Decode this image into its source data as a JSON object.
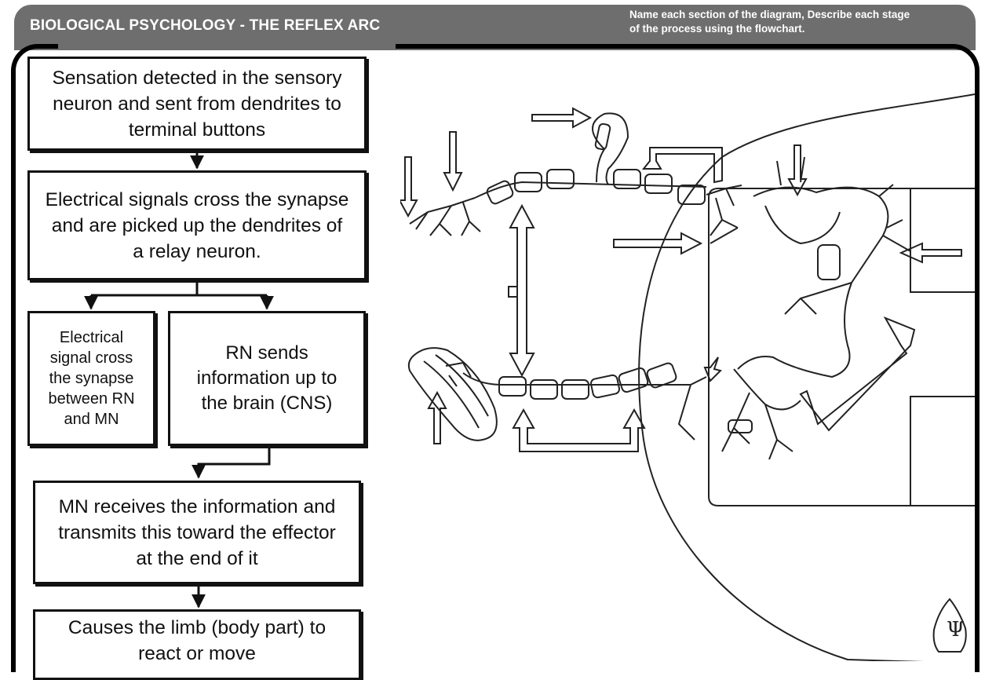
{
  "header": {
    "title": "BIOLOGICAL PSYCHOLOGY - THE REFLEX ARC",
    "instructions_line1": "Name each section of the diagram, Describe each stage",
    "instructions_line2": "of the process using the flowchart."
  },
  "flowchart": {
    "step1_lines": [
      "Sensation detected in the sensory",
      "neuron and sent from dendrites to",
      "terminal buttons"
    ],
    "step2_lines": [
      "Electrical signals cross the synapse",
      "and are picked up the dendrites of",
      "a relay neuron."
    ],
    "step3a_lines": [
      "Electrical",
      "signal cross",
      "the synapse",
      "between RN",
      "and MN"
    ],
    "step3b_lines": [
      "RN sends",
      "information up to",
      "the brain (CNS)"
    ],
    "step4_lines": [
      "MN receives the information and",
      "transmits this toward the effector",
      "at the end of it"
    ],
    "step5_lines": [
      "Causes the limb (body part) to",
      "react or move"
    ]
  },
  "logo": {
    "symbol": "Ψ",
    "icon": "psi-shield-icon"
  },
  "colors": {
    "header": "#6e6e6e",
    "line": "#111111",
    "background": "#ffffff"
  }
}
